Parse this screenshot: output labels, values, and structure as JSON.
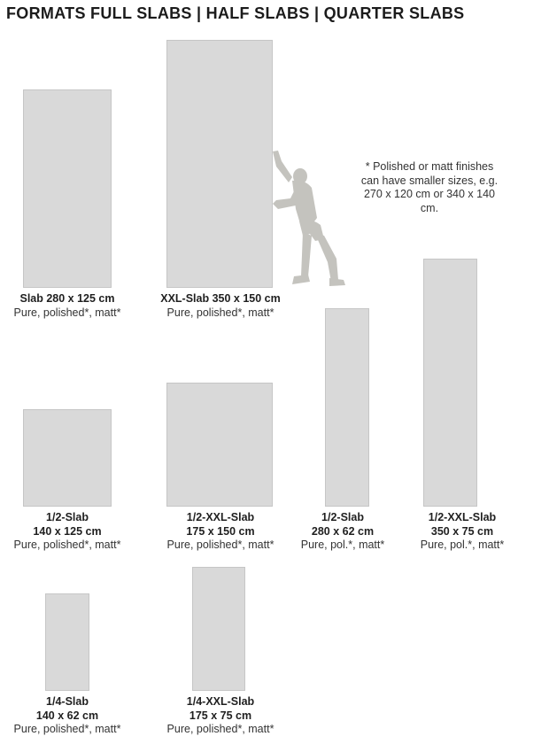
{
  "title": "FORMATS FULL SLABS | HALF SLABS | QUARTER SLABS",
  "note": "* Polished or matt finishes can have smaller sizes, e.g. 270 x 120 cm or 340 x 140 cm.",
  "slabs": [
    {
      "name": "Slab 280 x 125 cm",
      "dims": "",
      "finish": "Pure, polished*, matt*"
    },
    {
      "name": "XXL-Slab 350 x 150 cm",
      "dims": "",
      "finish": "Pure, polished*, matt*"
    },
    {
      "name": "1/2-Slab",
      "dims": "140 x 125 cm",
      "finish": "Pure, polished*, matt*"
    },
    {
      "name": "1/2-XXL-Slab",
      "dims": "175 x 150 cm",
      "finish": "Pure, polished*, matt*"
    },
    {
      "name": "1/2-Slab",
      "dims": "280 x 62 cm",
      "finish": "Pure, pol.*, matt*"
    },
    {
      "name": "1/2-XXL-Slab",
      "dims": "350 x 75 cm",
      "finish": "Pure, pol.*, matt*"
    },
    {
      "name": "1/4-Slab",
      "dims": "140 x 62 cm",
      "finish": "Pure, polished*, matt*"
    },
    {
      "name": "1/4-XXL-Slab",
      "dims": "175 x 75 cm",
      "finish": "Pure, polished*, matt*"
    }
  ],
  "colors": {
    "slab": "#d9d9d9",
    "figure": "#c4c3be"
  },
  "icons": {
    "person": "person-pushing-icon"
  }
}
